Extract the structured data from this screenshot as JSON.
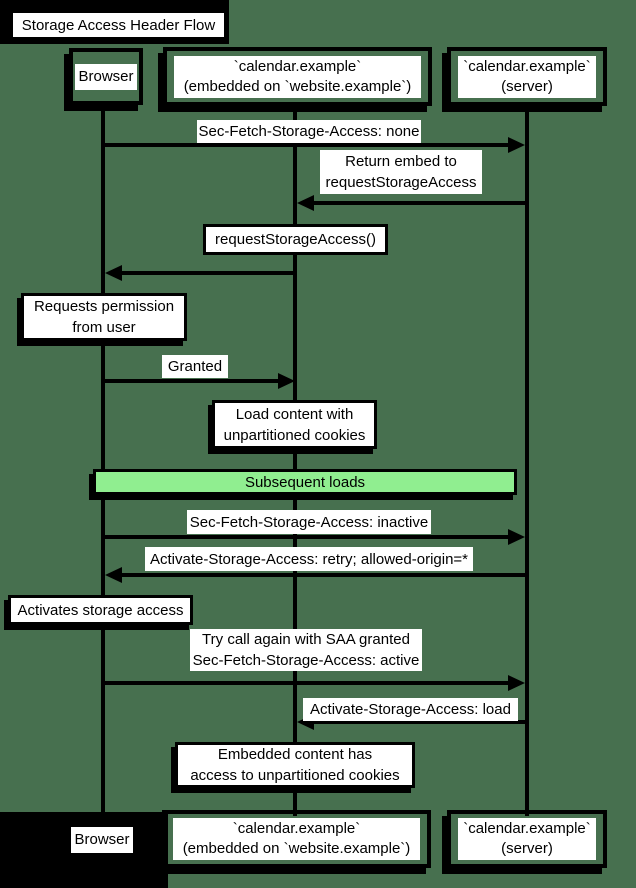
{
  "title": "Storage Access Header Flow",
  "colors": {
    "background": "#47704f",
    "band_fill": "#90ee90",
    "box_border": "#000000",
    "label_background": "#ffffff",
    "text": "#000000"
  },
  "actors": {
    "browser": {
      "label": "Browser"
    },
    "embedded": {
      "line1": "`calendar.example`",
      "line2": "(embedded on `website.example`)"
    },
    "server": {
      "line1": "`calendar.example`",
      "line2": "(server)"
    }
  },
  "band": {
    "label": "Subsequent loads"
  },
  "messages": {
    "m1": {
      "label": "Sec-Fetch-Storage-Access: none",
      "from": "browser",
      "to": "server",
      "direction": "right"
    },
    "m2": {
      "line1": "Return embed to",
      "line2": "requestStorageAccess",
      "from": "server",
      "to": "embedded",
      "direction": "left"
    },
    "m3": {
      "label": "requestStorageAccess()",
      "from": "embedded",
      "to": "browser",
      "direction": "left"
    },
    "m4": {
      "label": "Granted",
      "from": "browser",
      "to": "embedded",
      "direction": "right"
    },
    "m5": {
      "label": "Sec-Fetch-Storage-Access: inactive",
      "from": "browser",
      "to": "server",
      "direction": "right"
    },
    "m6": {
      "label": "Activate-Storage-Access: retry; allowed-origin=*",
      "from": "server",
      "to": "browser",
      "direction": "left"
    },
    "m7": {
      "line1": "Try call again with SAA granted",
      "line2": "Sec-Fetch-Storage-Access: active",
      "from": "browser",
      "to": "server",
      "direction": "right"
    },
    "m8": {
      "label": "Activate-Storage-Access: load",
      "from": "server",
      "to": "embedded",
      "direction": "left"
    }
  },
  "notes": {
    "n1": {
      "line1": "Requests permission",
      "line2": "from user",
      "over": "browser"
    },
    "n2": {
      "line1": "Load content with",
      "line2": "unpartitioned cookies",
      "over": "embedded"
    },
    "n3": {
      "label": "Activates storage access",
      "over": "browser"
    },
    "n4": {
      "line1": "Embedded content has",
      "line2": "access to unpartitioned cookies",
      "over": "embedded"
    }
  }
}
